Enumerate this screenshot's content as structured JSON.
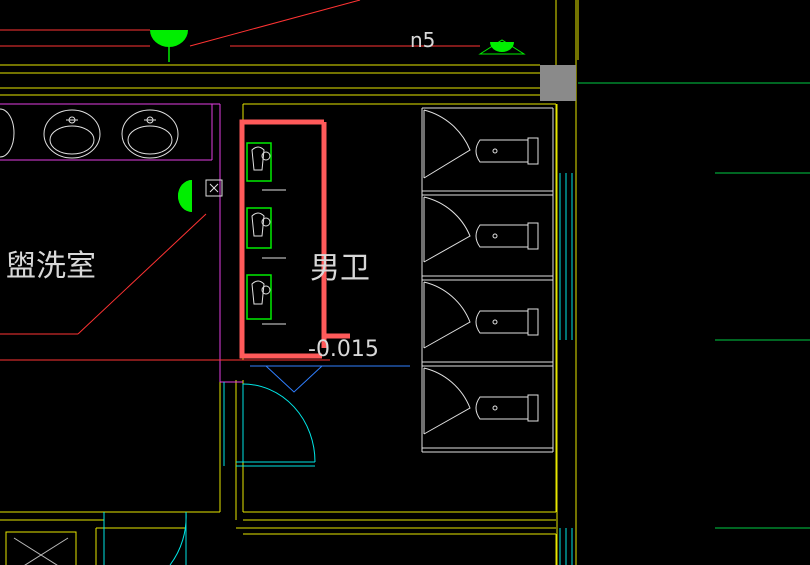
{
  "drawing": {
    "background": "#000000",
    "colors": {
      "wall": "#e6e600",
      "accent_red": "#ff3333",
      "highlight": "#ff5a5a",
      "fixture_green": "#00ee00",
      "fixture_white": "#e0e0e0",
      "cyan": "#00e5e5",
      "magenta": "#e23ee2",
      "blue_line": "#2f7fff",
      "grid_green": "#00cc44",
      "grey_block": "#8a8a8a"
    },
    "labels": {
      "washroom": "盥洗室",
      "mens_toilet": "男卫",
      "elevation": "-0.015",
      "top_mark": "n5"
    },
    "icons": {
      "floor_drain": "floor-drain-icon",
      "urinal": "urinal-icon",
      "toilet": "toilet-icon",
      "washbasin": "washbasin-icon",
      "door": "door-swing-icon"
    }
  }
}
